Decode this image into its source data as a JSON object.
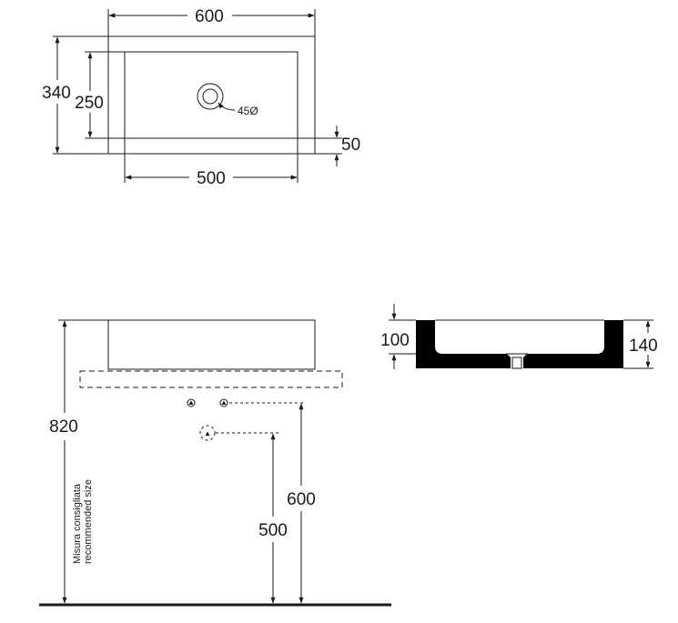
{
  "top_view": {
    "overall_width": "600",
    "overall_depth": "340",
    "basin_depth": "250",
    "basin_width": "500",
    "drain_diameter": "45Ø",
    "rim_offset": "50"
  },
  "section_view": {
    "inner_depth": "100",
    "outer_height": "140"
  },
  "front_view": {
    "top_height": "820",
    "supply_height": "600",
    "drain_height": "500",
    "note_line1": "Misura consigliata",
    "note_line2": "recommended size"
  }
}
